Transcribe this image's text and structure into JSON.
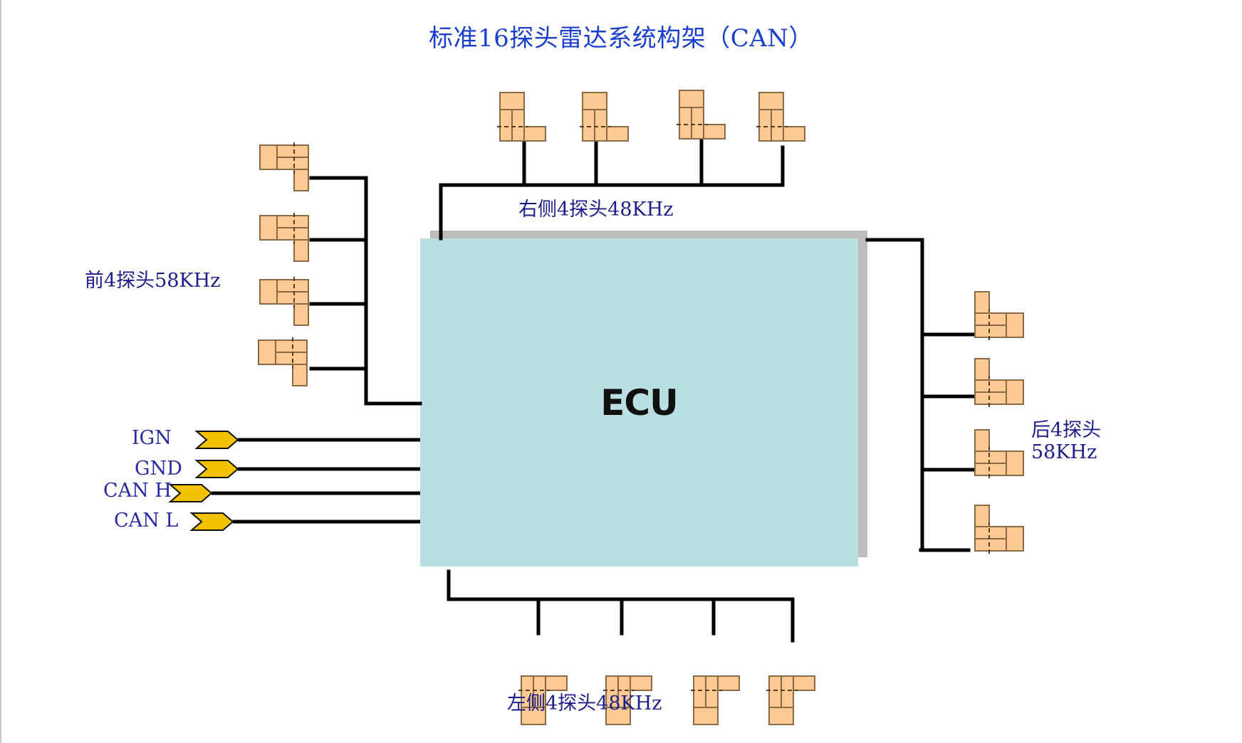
{
  "title": "标准16探头雷达系统构架（CAN）",
  "ecu": {
    "label": "ECU",
    "fill_color": "#b9dfe3",
    "shadow_color": "#bdbdbd"
  },
  "colors": {
    "wire": "#000000",
    "sensor_fill": "#fbc991",
    "sensor_stroke": "#8a6a45",
    "connector_fill": "#f2c200",
    "text": "#1c1c8a",
    "title": "#1a3fcc"
  },
  "groups": {
    "front": {
      "label": "前4探头58KHz",
      "sensor_count": 4
    },
    "right_side": {
      "label": "右侧4探头48KHz",
      "sensor_count": 4
    },
    "left_side": {
      "label": "左侧4探头48KHz",
      "sensor_count": 4
    },
    "rear": {
      "label_line1": "后4探头",
      "label_line2": "58KHz",
      "sensor_count": 4
    }
  },
  "signals": [
    {
      "name": "IGN"
    },
    {
      "name": "GND"
    },
    {
      "name": "CAN  H"
    },
    {
      "name": "CAN  L"
    }
  ]
}
